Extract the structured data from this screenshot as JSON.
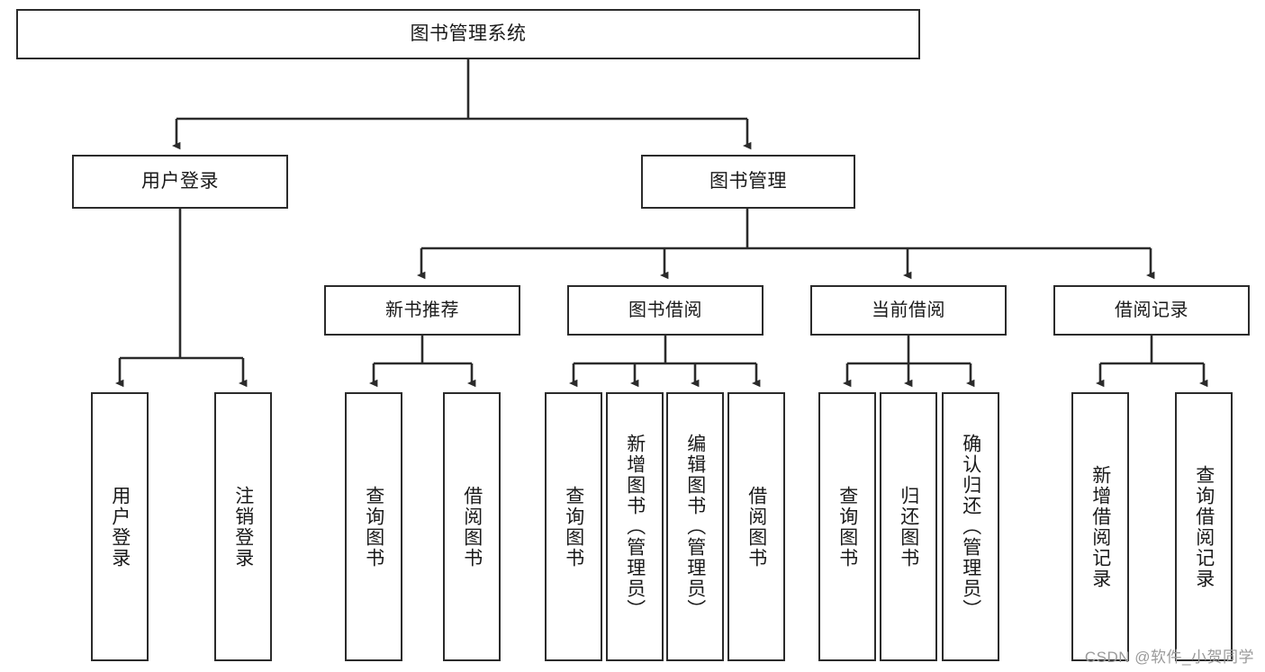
{
  "diagram": {
    "type": "tree",
    "title": "图书管理系统",
    "watermark": "CSDN @软件_小贺同学",
    "colors": {
      "box_border": "#2b2b2b",
      "box_fill": "#ffffff",
      "connector": "#2b2b2b",
      "text": "#1a1a1a",
      "watermark": "#9a9a9a"
    },
    "root": {
      "label": "图书管理系统"
    },
    "level2": [
      {
        "label": "用户登录"
      },
      {
        "label": "图书管理"
      }
    ],
    "level3": [
      {
        "label": "新书推荐"
      },
      {
        "label": "图书借阅"
      },
      {
        "label": "当前借阅"
      },
      {
        "label": "借阅记录"
      }
    ],
    "leaves": {
      "user_login": [
        {
          "label": "用户登录"
        },
        {
          "label": "注销登录"
        }
      ],
      "new_book_recommend": [
        {
          "label": "查询图书"
        },
        {
          "label": "借阅图书"
        }
      ],
      "book_borrow": [
        {
          "label": "查询图书"
        },
        {
          "label": "新增图书（管理员）"
        },
        {
          "label": "编辑图书（管理员）"
        },
        {
          "label": "借阅图书"
        }
      ],
      "current_borrow": [
        {
          "label": "查询图书"
        },
        {
          "label": "归还图书"
        },
        {
          "label": "确认归还（管理员）"
        }
      ],
      "borrow_record": [
        {
          "label": "新增借阅记录"
        },
        {
          "label": "查询借阅记录"
        }
      ]
    }
  }
}
